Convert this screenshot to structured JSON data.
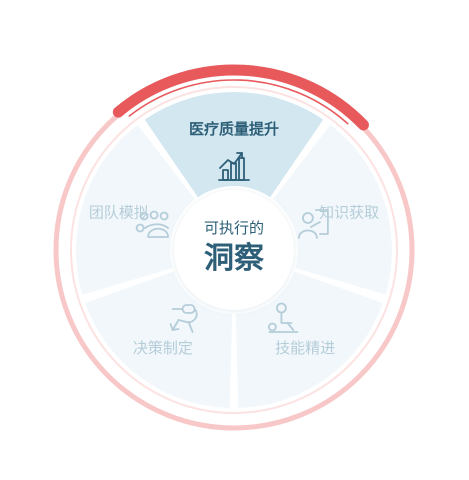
{
  "center": {
    "line1": "可执行的",
    "line2": "洞察"
  },
  "segments": [
    {
      "label": "医疗质量提升",
      "icon": "bar-chart-icon",
      "active": true
    },
    {
      "label": "知识获取",
      "icon": "person-screen-icon",
      "active": false
    },
    {
      "label": "技能精进",
      "icon": "person-practice-icon",
      "active": false
    },
    {
      "label": "决策制定",
      "icon": "decision-pathway-icon",
      "active": false
    },
    {
      "label": "团队模拟",
      "icon": "team-group-icon",
      "active": false
    }
  ],
  "colors": {
    "active_fill": "#d3e7f1",
    "inactive_fill": "#f1f7fb",
    "active_text": "#2e5f78",
    "inactive_text": "#b5cdd9",
    "center_text": "#2e5f78",
    "outer_ring": "#f8c8c8",
    "accent_arc": "#e8595c"
  }
}
